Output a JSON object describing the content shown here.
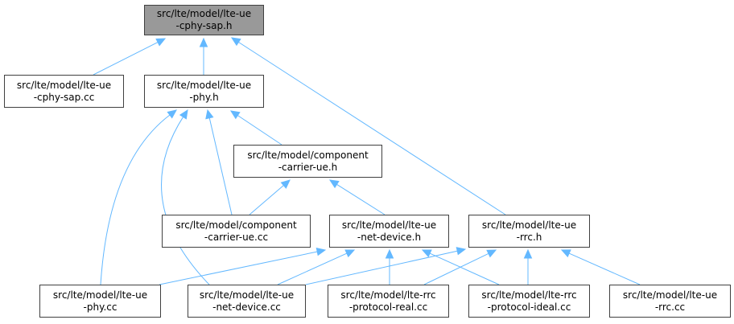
{
  "colors": {
    "edge": "#63b8ff",
    "node_border": "#404040",
    "root_fill": "#999999",
    "node_fill": "#ffffff"
  },
  "nodes": [
    {
      "id": "cphy_sap_h",
      "name": "node-lte-ue-cphy-sap-h",
      "root": true,
      "lines": [
        "src/lte/model/lte-ue",
        "-cphy-sap.h"
      ]
    },
    {
      "id": "cphy_sap_cc",
      "name": "node-lte-ue-cphy-sap-cc",
      "root": false,
      "lines": [
        "src/lte/model/lte-ue",
        "-cphy-sap.cc"
      ]
    },
    {
      "id": "phy_h",
      "name": "node-lte-ue-phy-h",
      "root": false,
      "lines": [
        "src/lte/model/lte-ue",
        "-phy.h"
      ]
    },
    {
      "id": "cc_ue_h",
      "name": "node-component-carrier-ue-h",
      "root": false,
      "lines": [
        "src/lte/model/component",
        "-carrier-ue.h"
      ]
    },
    {
      "id": "cc_ue_cc",
      "name": "node-component-carrier-ue-cc",
      "root": false,
      "lines": [
        "src/lte/model/component",
        "-carrier-ue.cc"
      ]
    },
    {
      "id": "netdev_h",
      "name": "node-lte-ue-net-device-h",
      "root": false,
      "lines": [
        "src/lte/model/lte-ue",
        "-net-device.h"
      ]
    },
    {
      "id": "rrc_h",
      "name": "node-lte-ue-rrc-h",
      "root": false,
      "lines": [
        "src/lte/model/lte-ue",
        "-rrc.h"
      ]
    },
    {
      "id": "phy_cc",
      "name": "node-lte-ue-phy-cc",
      "root": false,
      "lines": [
        "src/lte/model/lte-ue",
        "-phy.cc"
      ]
    },
    {
      "id": "netdev_cc",
      "name": "node-lte-ue-net-device-cc",
      "root": false,
      "lines": [
        "src/lte/model/lte-ue",
        "-net-device.cc"
      ]
    },
    {
      "id": "rrc_real_cc",
      "name": "node-lte-rrc-protocol-real-cc",
      "root": false,
      "lines": [
        "src/lte/model/lte-rrc",
        "-protocol-real.cc"
      ]
    },
    {
      "id": "rrc_ideal_cc",
      "name": "node-lte-rrc-protocol-ideal-cc",
      "root": false,
      "lines": [
        "src/lte/model/lte-rrc",
        "-protocol-ideal.cc"
      ]
    },
    {
      "id": "rrc_cc",
      "name": "node-lte-ue-rrc-cc",
      "root": false,
      "lines": [
        "src/lte/model/lte-ue",
        "-rrc.cc"
      ]
    }
  ],
  "edges": [
    {
      "from": "cphy_sap_cc",
      "to": "cphy_sap_h"
    },
    {
      "from": "phy_h",
      "to": "cphy_sap_h"
    },
    {
      "from": "rrc_h",
      "to": "cphy_sap_h"
    },
    {
      "from": "phy_cc",
      "to": "phy_h"
    },
    {
      "from": "netdev_cc",
      "to": "phy_h"
    },
    {
      "from": "cc_ue_cc",
      "to": "phy_h"
    },
    {
      "from": "cc_ue_h",
      "to": "phy_h"
    },
    {
      "from": "cc_ue_cc",
      "to": "cc_ue_h"
    },
    {
      "from": "netdev_h",
      "to": "cc_ue_h"
    },
    {
      "from": "phy_cc",
      "to": "netdev_h"
    },
    {
      "from": "netdev_cc",
      "to": "netdev_h"
    },
    {
      "from": "rrc_real_cc",
      "to": "netdev_h"
    },
    {
      "from": "rrc_ideal_cc",
      "to": "netdev_h"
    },
    {
      "from": "netdev_cc",
      "to": "rrc_h"
    },
    {
      "from": "rrc_real_cc",
      "to": "rrc_h"
    },
    {
      "from": "rrc_ideal_cc",
      "to": "rrc_h"
    },
    {
      "from": "rrc_cc",
      "to": "rrc_h"
    }
  ]
}
